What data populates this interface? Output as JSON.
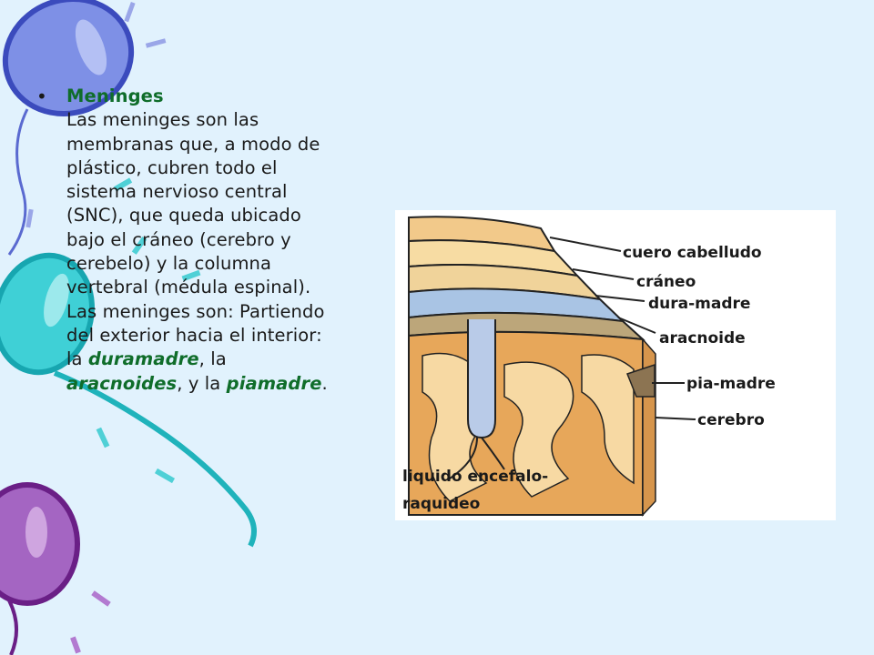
{
  "slide": {
    "heading": "Meninges",
    "body_lines": [
      "Las meninges son las",
      "membranas que, a modo de",
      "plástico, cubren todo el",
      "sistema nervioso central",
      "(SNC), que queda ubicado",
      "bajo el cráneo (cerebro y",
      "cerebelo) y la columna",
      "vertebral (médula espinal).",
      "Las meninges son: Partiendo",
      "del exterior hacia el interior:"
    ],
    "last_line_prefix": "la ",
    "term_1": "duramadre",
    "sep_1": ", la",
    "term_2": "aracnoides",
    "sep_2": ", y la ",
    "term_3": "piamadre",
    "end": "."
  },
  "figure": {
    "labels": {
      "scalp": "cuero cabelludo",
      "skull": "cráneo",
      "dura": "dura-madre",
      "arachnoid": "aracnoide",
      "pia": "pia-madre",
      "brain": "cerebro",
      "csf_line1": "liquido encefalo-",
      "csf_line2": "raquideo"
    }
  },
  "colors": {
    "background": "#e1f2fd",
    "heading": "#0f6d2a",
    "balloon_blue": "#6a80e0",
    "balloon_teal": "#37c8d0",
    "balloon_purple": "#9a5bb8"
  }
}
